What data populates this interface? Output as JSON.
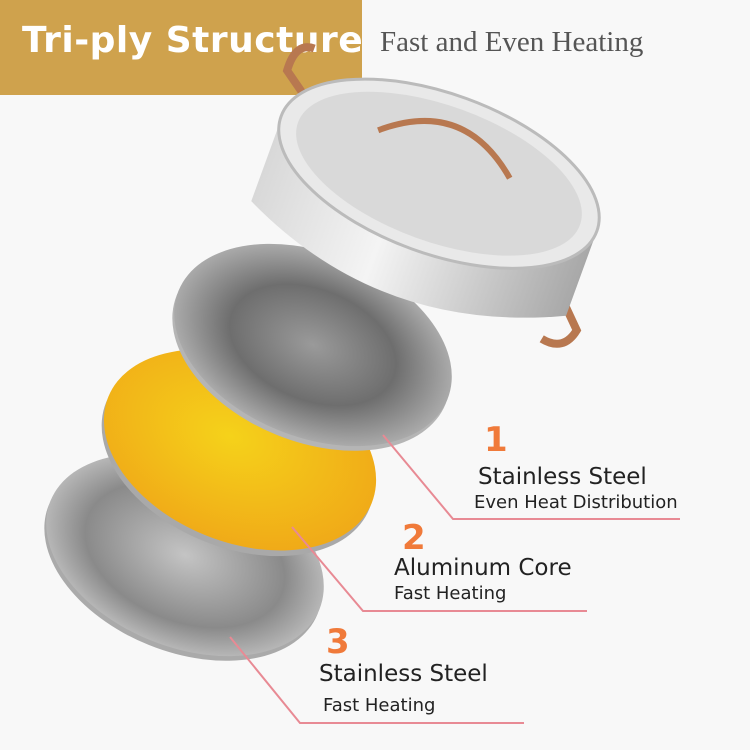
{
  "header": {
    "title": "Tri-ply Structure",
    "subtitle": "Fast and Even Heating"
  },
  "layers": [
    {
      "number": "1",
      "name": "Stainless Steel",
      "benefit": "Even Heat Distribution"
    },
    {
      "number": "2",
      "name": "Aluminum Core",
      "benefit": "Fast Heating"
    },
    {
      "number": "3",
      "name": "Stainless Steel",
      "benefit": "Fast Heating"
    }
  ],
  "colors": {
    "banner": "#cfa24d",
    "number": "#f07a3a",
    "callout_line": "#e88a94",
    "core": "#f2b516"
  }
}
